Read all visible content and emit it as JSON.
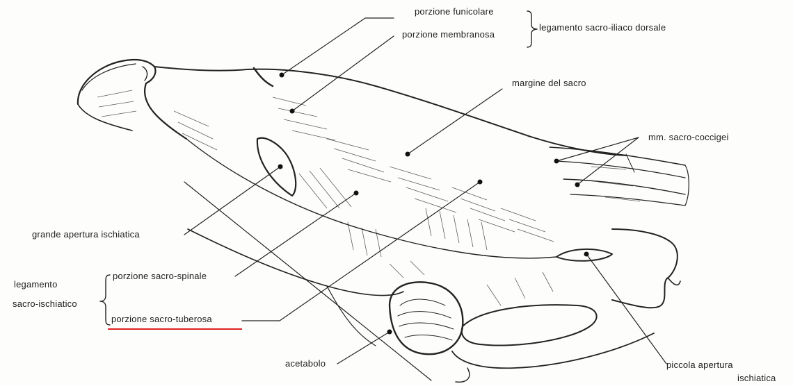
{
  "labels": {
    "porzione_funicolare": "porzione funicolare",
    "porzione_membranosa": "porzione membranosa",
    "legamento_sacro_iliaco_dorsale": "legamento sacro-iliaco dorsale",
    "margine_del_sacro": "margine del sacro",
    "mm_sacro_coccigei": "mm. sacro-coccigei",
    "grande_apertura_ischiatica": "grande apertura ischiatica",
    "legamento": "legamento",
    "sacro_ischiatico": "sacro-ischiatico",
    "porzione_sacro_spinale": "porzione sacro-spinale",
    "porzione_sacro_tuberosa": "porzione sacro-tuberosa",
    "acetabolo": "acetabolo",
    "piccola_apertura": "piccola apertura",
    "ischiatica": "ischiatica"
  },
  "colors": {
    "ink": "#1d1d1d",
    "paper": "#fdfdfc",
    "highlight_underline": "#e02020"
  }
}
